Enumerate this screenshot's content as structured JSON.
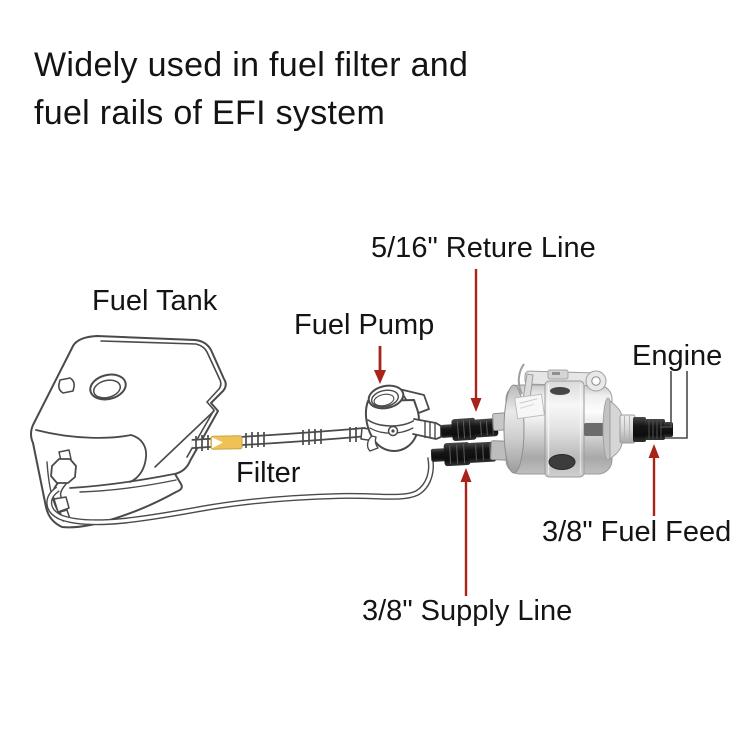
{
  "title": {
    "line1": "Widely used in fuel filter and",
    "line2": "fuel rails of EFI system"
  },
  "labels": {
    "fuel_tank": "Fuel Tank",
    "fuel_pump": "Fuel Pump",
    "return_line": "5/16\" Reture Line",
    "engine": "Engine",
    "filter": "Filter",
    "fuel_feed": "3/8\" Fuel Feed",
    "supply_line": "3/8\" Supply Line"
  },
  "diagram": {
    "components": [
      "fuel-tank-drawing",
      "supply-hose",
      "inline-filter-highlight",
      "fuel-pump-drawing",
      "return-line-fitting",
      "supply-line-fitting",
      "fuel-filter-regulator",
      "engine-outlet-fitting",
      "return-hose"
    ]
  },
  "colors": {
    "background": "#ffffff",
    "text": "#141414",
    "line_art": "#4a4a4a",
    "arrow": "#a8241a",
    "filter_highlight": "#eec257"
  }
}
